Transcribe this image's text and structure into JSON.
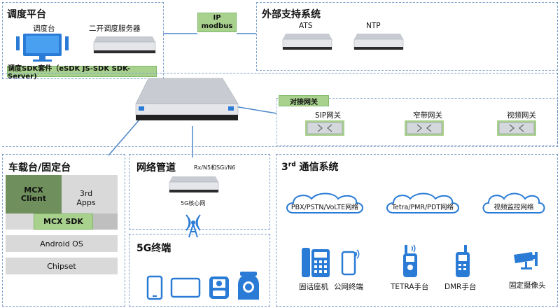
{
  "dispatch": {
    "title": "调度平台",
    "console_label": "调度台",
    "server_label": "二开调度服务器",
    "sdk_label": "调度SDK套件（eSDK JS-SDK SDK-Server)"
  },
  "protocol": {
    "line1": "IP",
    "line2": "modbus"
  },
  "external": {
    "title": "外部支持系统",
    "ats_label": "ATS",
    "ntp_label": "NTP"
  },
  "gateway": {
    "title": "对接网关",
    "sip_label": "SIP网关",
    "narrowband_label": "窄带网关",
    "video_label": "视频网关"
  },
  "vehicle": {
    "title": "车载台/固定台",
    "mcx_client": "MCX Client",
    "third_apps": "3rd Apps",
    "mcx_sdk": "MCX SDK",
    "android_os": "Android OS",
    "chipset": "Chipset"
  },
  "network": {
    "title": "网络管道",
    "interfaces": "Rx/N5和SGi/N6",
    "core_label": "5G核心网"
  },
  "terminal": {
    "title": "5G终端"
  },
  "third": {
    "title_sup": "rd",
    "title_pre": "3",
    "title_main": "通信系统",
    "cloud1": "PBX/PSTN/VoLTE网络",
    "cloud2": "Tetra/PMR/PDT网络",
    "cloud3": "视频监控网络",
    "dev1": "固话座机",
    "dev2": "公网终端",
    "dev3": "TETRA手台",
    "dev4": "DMR手台",
    "dev5": "固定摄像头"
  },
  "colors": {
    "green": "#a9d18e",
    "blue": "#2a7bd6",
    "border": "#7fa0c8"
  }
}
